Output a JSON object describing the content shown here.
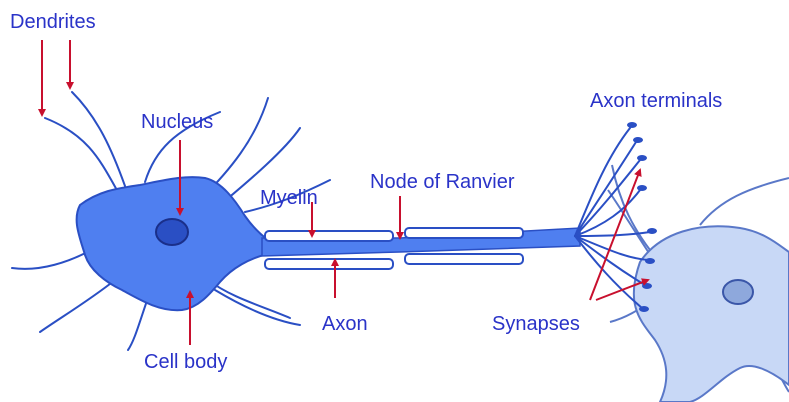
{
  "labels": {
    "dendrites": "Dendrites",
    "nucleus": "Nucleus",
    "myelin": "Myelin",
    "node_of_ranvier": "Node of Ranvier",
    "axon_terminals": "Axon terminals",
    "axon": "Axon",
    "synapses": "Synapses",
    "cell_body": "Cell body"
  },
  "colors": {
    "neuron_fill": "#4f7ff0",
    "neuron_stroke": "#2a4fc4",
    "target_fill": "#c8d8f6",
    "target_stroke": "#5a78c8",
    "label_text": "#2a33c8",
    "arrow": "#c8102e",
    "background": "#ffffff"
  }
}
